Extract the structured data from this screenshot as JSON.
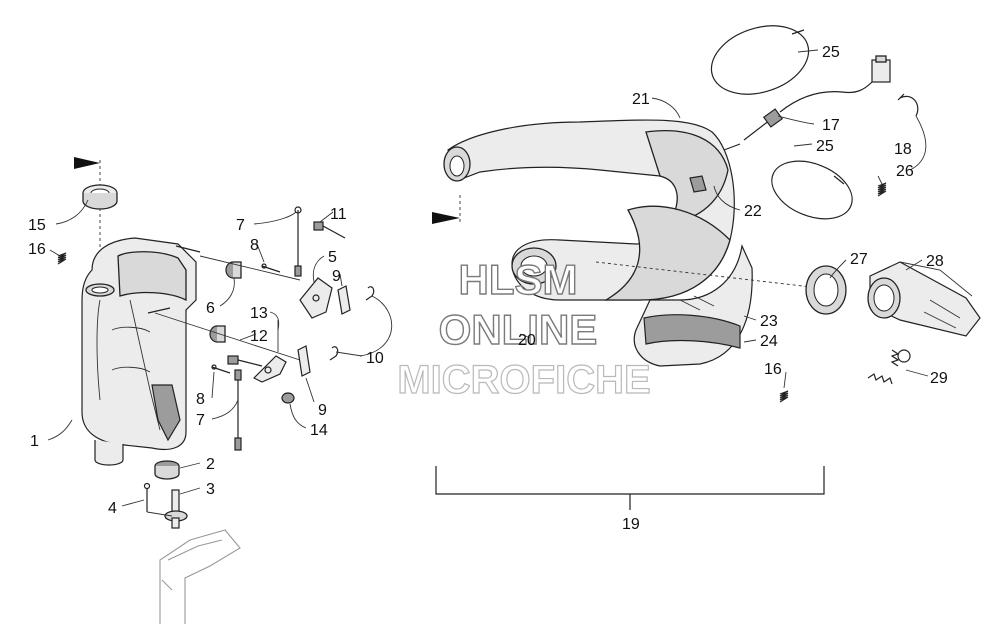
{
  "watermark": {
    "line1": "HLSM",
    "line2": "ONLINE",
    "line3": "MICROFICHE"
  },
  "callouts": [
    "1",
    "2",
    "3",
    "4",
    "5",
    "6",
    "7",
    "7",
    "8",
    "8",
    "9",
    "9",
    "10",
    "11",
    "12",
    "13",
    "14",
    "15",
    "16",
    "16",
    "17",
    "18",
    "19",
    "20",
    "21",
    "22",
    "23",
    "24",
    "25",
    "25",
    "26",
    "27",
    "28",
    "29"
  ]
}
